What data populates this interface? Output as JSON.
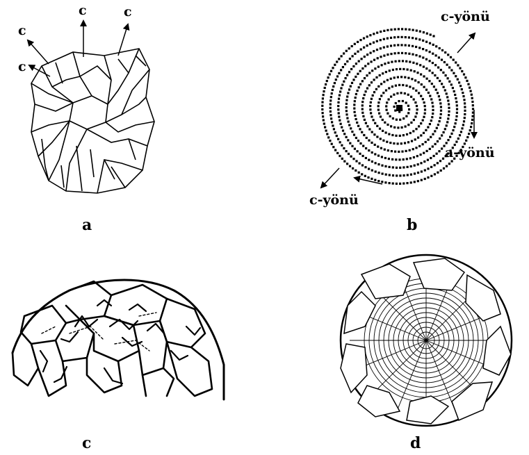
{
  "panels": [
    {
      "caption": "a",
      "direction_labels": [
        "c",
        "c",
        "c",
        "c"
      ]
    },
    {
      "caption": "b",
      "direction_labels": [
        "c-yönü",
        "a-yönü",
        "c-yönü"
      ]
    },
    {
      "caption": "c"
    },
    {
      "caption": "d"
    }
  ],
  "colors": {
    "ink": "#000000",
    "background": "#ffffff"
  }
}
